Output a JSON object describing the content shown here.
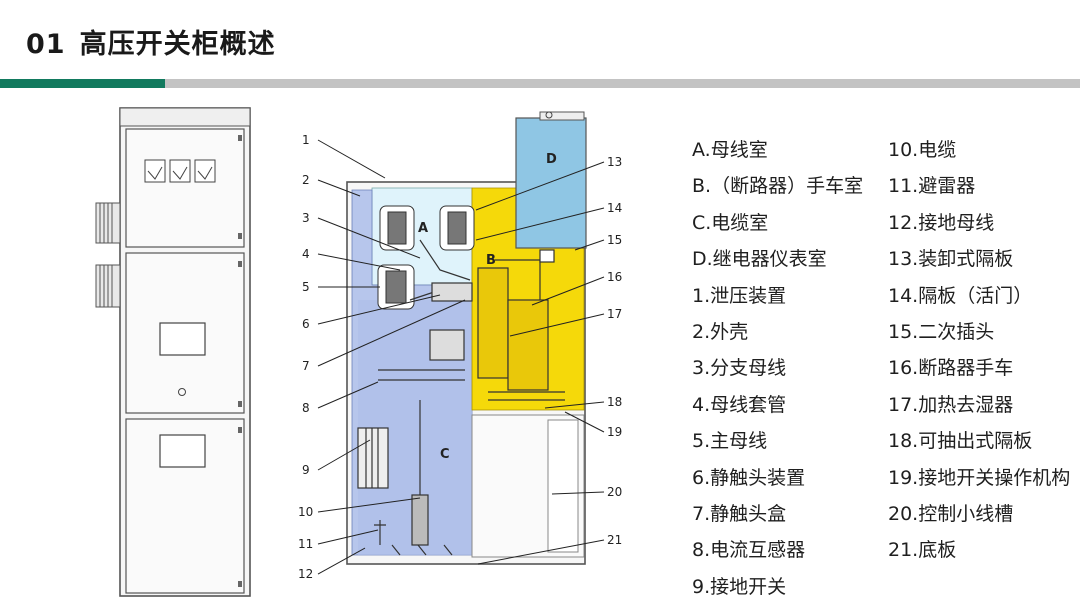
{
  "header": {
    "number": "01",
    "title": "高压开关柜概述"
  },
  "colors": {
    "accent_green": "#127a5e",
    "rule_gray": "#c3c3c3",
    "busbar_room": "#dff3fb",
    "breaker_room": "#f5d90a",
    "cable_room": "#b7c6ec",
    "relay_room": "#8fc6e4"
  },
  "diagram": {
    "room_labels": [
      "A",
      "B",
      "C",
      "D"
    ],
    "callout_numbers": [
      "1",
      "2",
      "3",
      "4",
      "5",
      "6",
      "7",
      "8",
      "9",
      "10",
      "11",
      "12",
      "13",
      "14",
      "15",
      "16",
      "17",
      "18",
      "19",
      "20",
      "21"
    ]
  },
  "legend": {
    "column1": [
      "A.母线室",
      "B.（断路器）手车室",
      "C.电缆室",
      "D.继电器仪表室",
      "1.泄压装置",
      "2.外壳",
      "3.分支母线",
      "4.母线套管",
      "5.主母线",
      "6.静触头装置",
      "7.静触头盒",
      "8.电流互感器",
      "9.接地开关"
    ],
    "column2": [
      "10.电缆",
      "11.避雷器",
      "12.接地母线",
      "13.装卸式隔板",
      "14.隔板（活门）",
      "15.二次插头",
      "16.断路器手车",
      "17.加热去湿器",
      "18.可抽出式隔板",
      "19.接地开关操作机构",
      "20.控制小线槽",
      "21.底板"
    ]
  }
}
